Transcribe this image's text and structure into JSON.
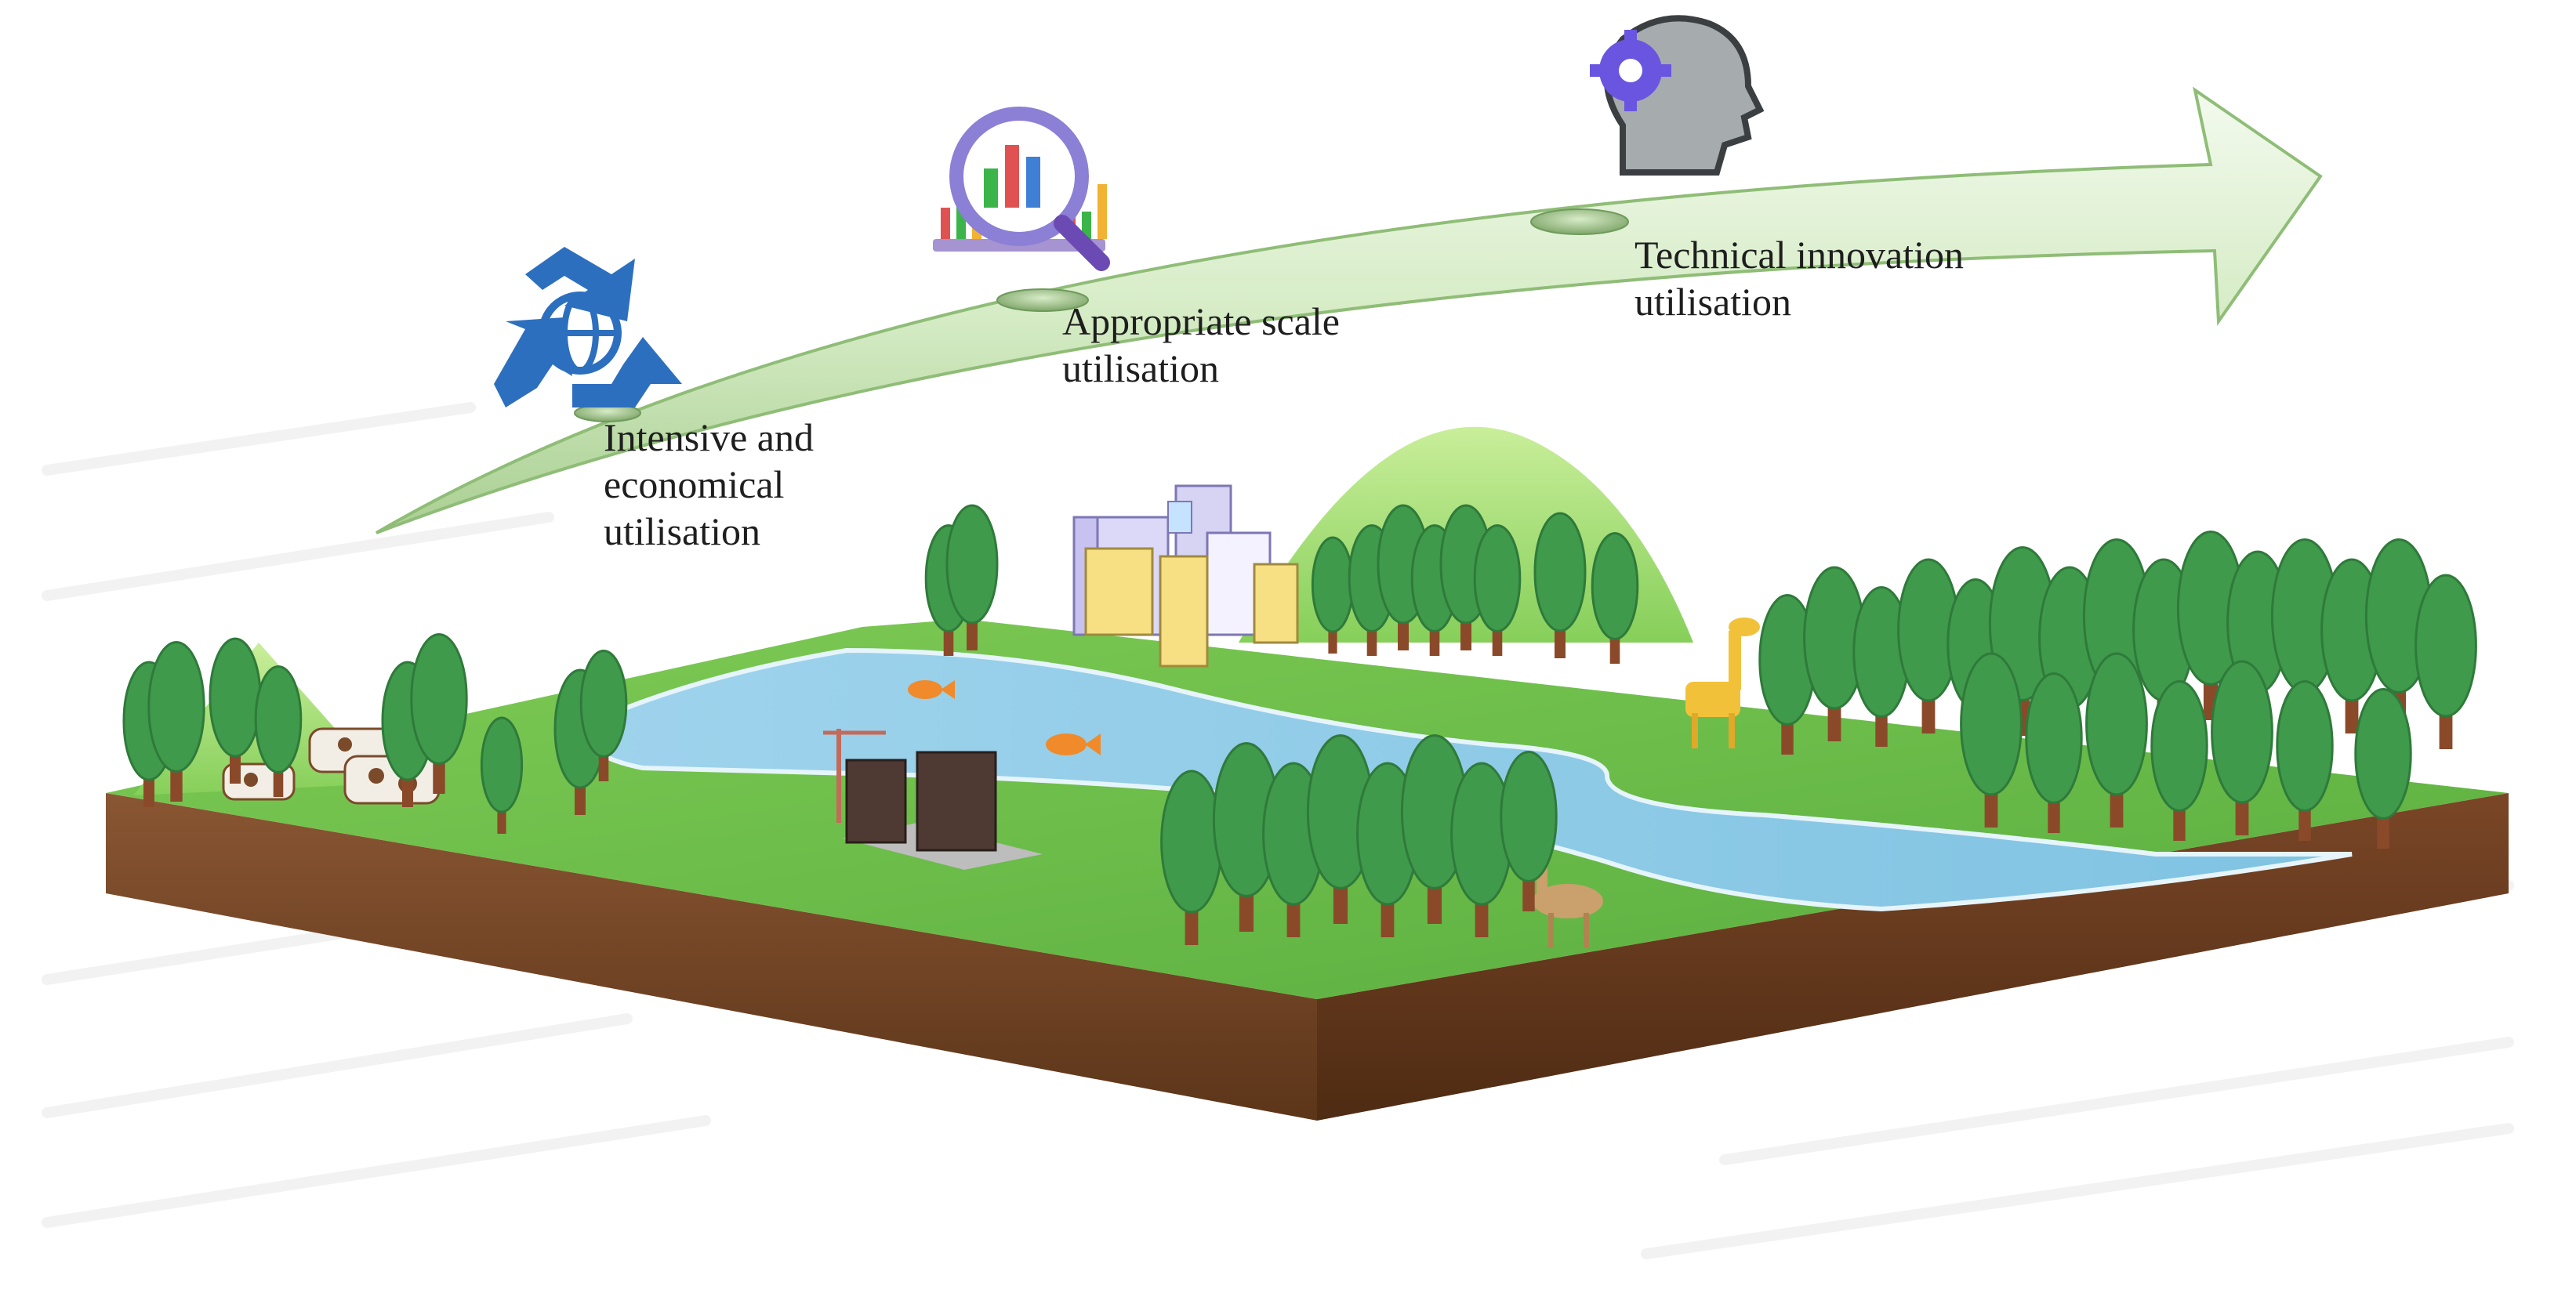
{
  "diagram": {
    "stages": [
      {
        "lines": [
          "Intensive and",
          "economical",
          "utilisation"
        ],
        "icon": "recycle-globe-icon",
        "icon_color": "#2d6fbf"
      },
      {
        "lines": [
          "Appropriate scale",
          "utilisation"
        ],
        "icon": "magnifier-bar-chart-icon",
        "icon_color": "#8c7fd6"
      },
      {
        "lines": [
          "Technical innovation",
          "utilisation"
        ],
        "icon": "head-gear-icon",
        "icon_color": "#6a55e0"
      }
    ],
    "colors": {
      "arrow": "#dcefcf",
      "grass": "#6cc04a",
      "soil": "#7a4a2a",
      "river": "#8ccce8",
      "tree": "#3f9a4c",
      "text": "#1e1e1e"
    }
  }
}
